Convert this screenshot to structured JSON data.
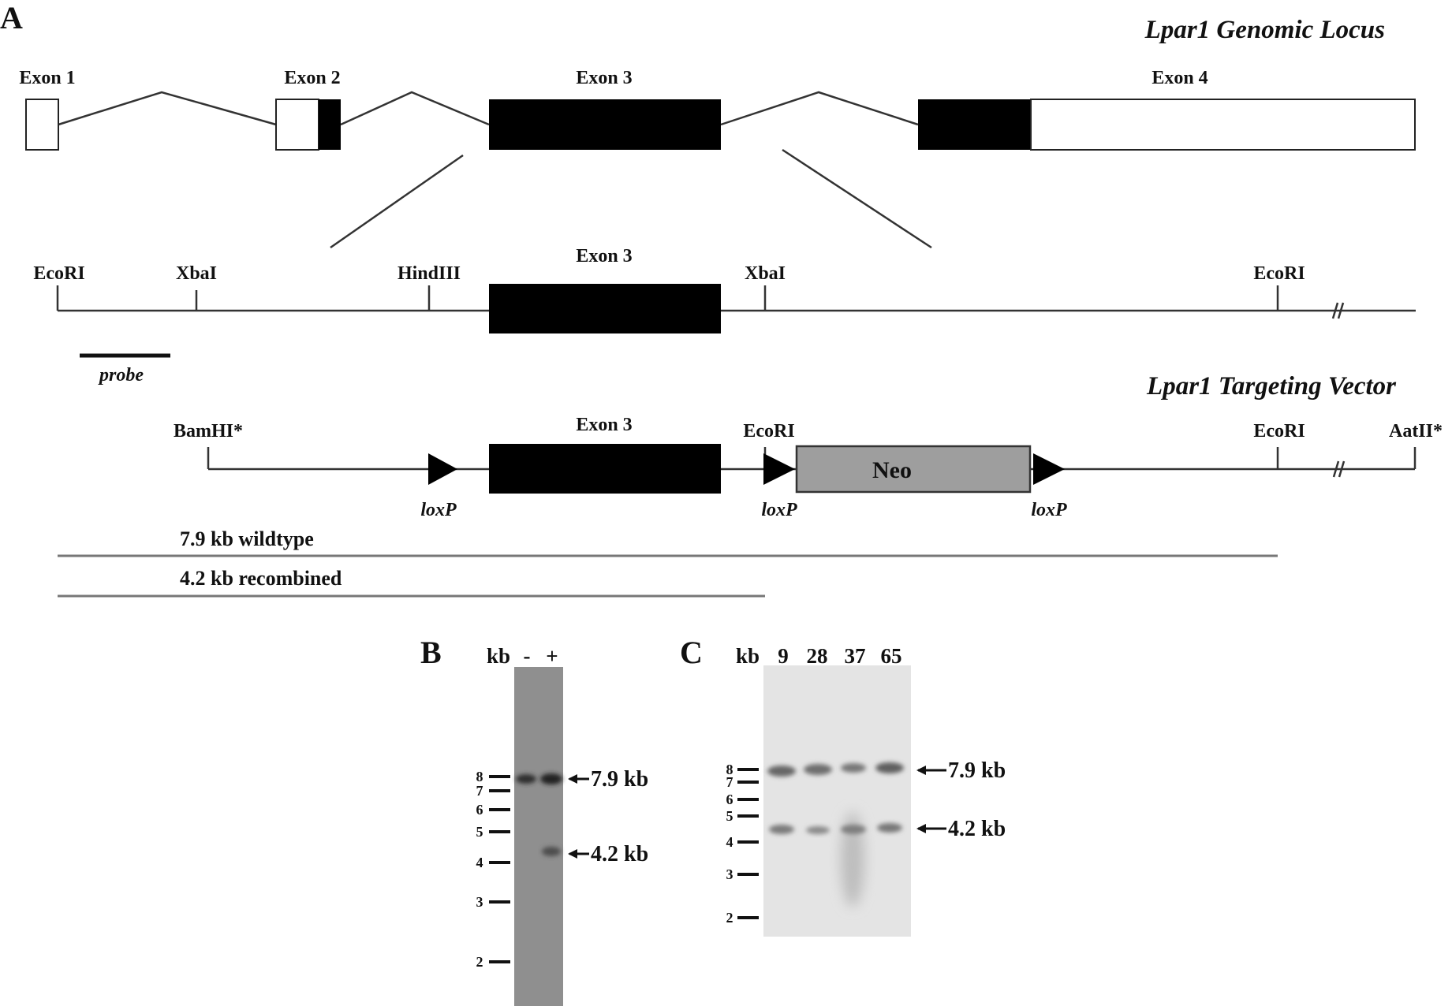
{
  "panels": {
    "a": "A",
    "b": "B",
    "c": "C"
  },
  "titles": {
    "genomic_locus": "Lpar1 Genomic Locus",
    "targeting_vector": "Lpar1 Targeting Vector"
  },
  "exons": {
    "e1": "Exon 1",
    "e2": "Exon 2",
    "e3": "Exon 3",
    "e4": "Exon 4"
  },
  "sites": {
    "ecori": "EcoRI",
    "xbai": "XbaI",
    "hindiii": "HindIII",
    "bamhi": "BamHI*",
    "aatii": "AatII*"
  },
  "probe": "probe",
  "loxp": "loxP",
  "neo": "Neo",
  "fragments": {
    "wildtype": "7.9 kb wildtype",
    "recombined": "4.2 kb recombined"
  },
  "gel_b": {
    "kb": "kb",
    "lanes": [
      "-",
      "+"
    ],
    "ladder": [
      "8",
      "7",
      "6",
      "5",
      "4",
      "3",
      "2"
    ],
    "bands": [
      "7.9 kb",
      "4.2 kb"
    ]
  },
  "gel_c": {
    "kb": "kb",
    "lanes": [
      "9",
      "28",
      "37",
      "65"
    ],
    "ladder": [
      "8",
      "7",
      "6",
      "5",
      "4",
      "3",
      "2"
    ],
    "bands": [
      "7.9 kb",
      "4.2 kb"
    ]
  },
  "colors": {
    "exon_coding": "#000000",
    "neo_box": "#9e9e9e",
    "gel_b": "#8f8f8f",
    "gel_c": "#e4e4e4"
  }
}
